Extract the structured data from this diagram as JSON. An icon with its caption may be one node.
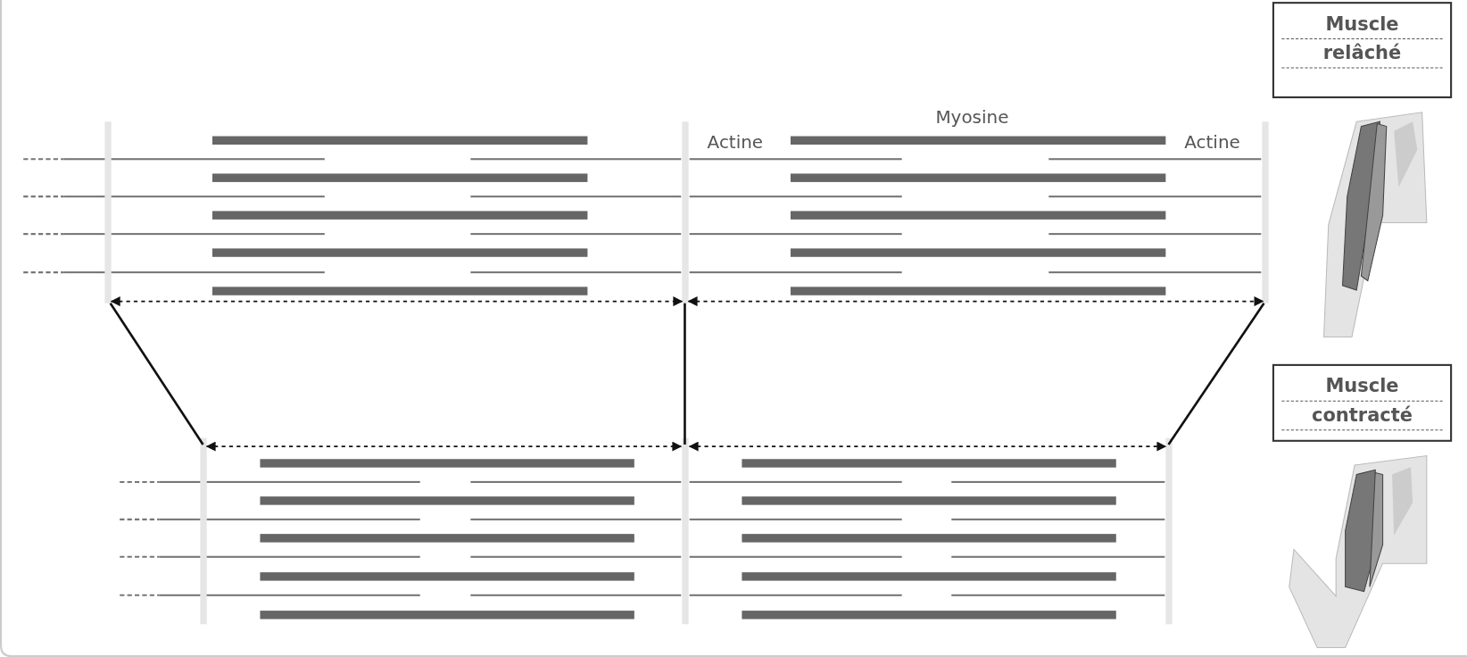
{
  "diagram": {
    "nodes": [
      {
        "text": [
          "Muscle relâché"
        ]
      },
      {
        "text": [
          "Muscle contracté"
        ]
      }
    ],
    "edges": [],
    "labels": [
      "Actine",
      "Myosine",
      "Actine"
    ]
  }
}
